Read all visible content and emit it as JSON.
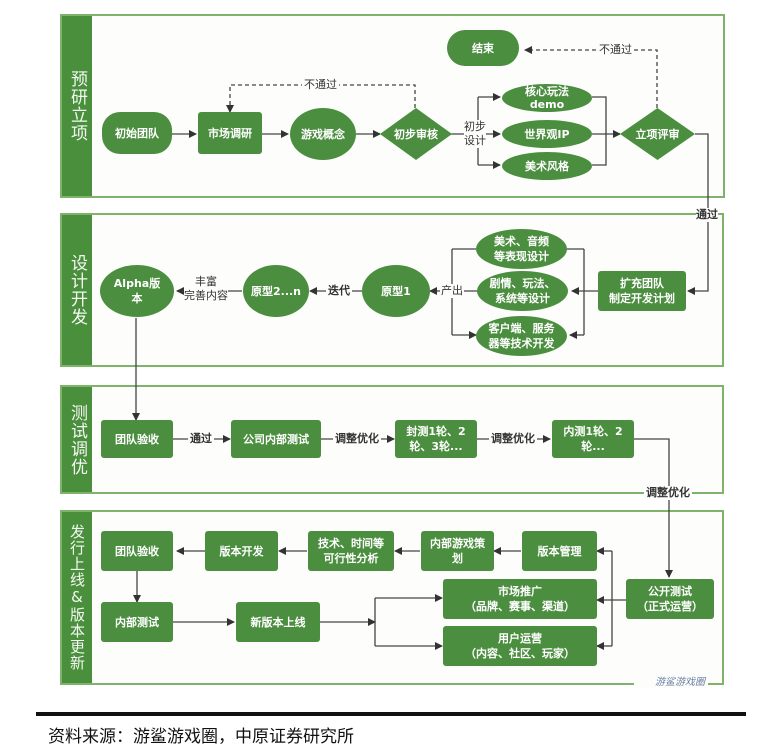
{
  "colors": {
    "node_fill": "#4b8e3f",
    "section_border": "#7fb26a",
    "section_bar": "#4a8f3c",
    "line": "#333333"
  },
  "sections": [
    {
      "label": "预研立项"
    },
    {
      "label": "设计开发"
    },
    {
      "label": "测试调优"
    },
    {
      "label": "发行上线&版本更新"
    }
  ],
  "nodes": {
    "s1_initial_team": "初始团队",
    "s1_market_research": "市场调研",
    "s1_game_concept": "游戏概念",
    "s1_preliminary_review": "初步审核",
    "s1_end": "结束",
    "s1_core_gameplay": "核心玩法\ndemo",
    "s1_worldview_ip": "世界观IP",
    "s1_art_style": "美术风格",
    "s1_project_review": "立项评审",
    "s2_alpha": "Alpha版\n本",
    "s2_prototype_2n": "原型2...n",
    "s2_prototype_1": "原型1",
    "s2_art_audio": "美术、音频\n等表现设计",
    "s2_story_gameplay": "剧情、玩法、\n系统等设计",
    "s2_client_server": "客户端、服务\n器等技术开发",
    "s2_expand_team": "扩充团队\n制定开发计划",
    "s3_team_acceptance": "团队验收",
    "s3_internal_test": "公司内部测试",
    "s3_closed_beta": "封测1轮、2\n轮、3轮...",
    "s3_inner_beta": "内测1轮、2\n轮...",
    "s4_team_acceptance": "团队验收",
    "s4_version_dev": "版本开发",
    "s4_feasibility": "技术、时间等\n可行性分析",
    "s4_game_planning": "内部游戏策\n划",
    "s4_version_mgmt": "版本管理",
    "s4_internal_test": "内部测试",
    "s4_new_version": "新版本上线",
    "s4_marketing": "市场推广\n（品牌、赛事、渠道）",
    "s4_user_ops": "用户运营\n（内容、社区、玩家）",
    "s4_open_beta": "公开测试\n（正式运营）"
  },
  "edge_labels": {
    "fail_1": "不通过",
    "fail_2": "不通过",
    "preliminary_design": "初步\n设计",
    "pass_project": "通过",
    "output": "产出",
    "iterate": "迭代",
    "enrich": "丰富\n完善内容",
    "pass_acceptance": "通过",
    "optimize_1": "调整优化",
    "optimize_2": "调整优化",
    "optimize_3": "调整优化"
  },
  "logo": {
    "text": "游鲨游戏圈"
  },
  "source": "资料来源：游鲨游戏圈，中原证券研究所"
}
